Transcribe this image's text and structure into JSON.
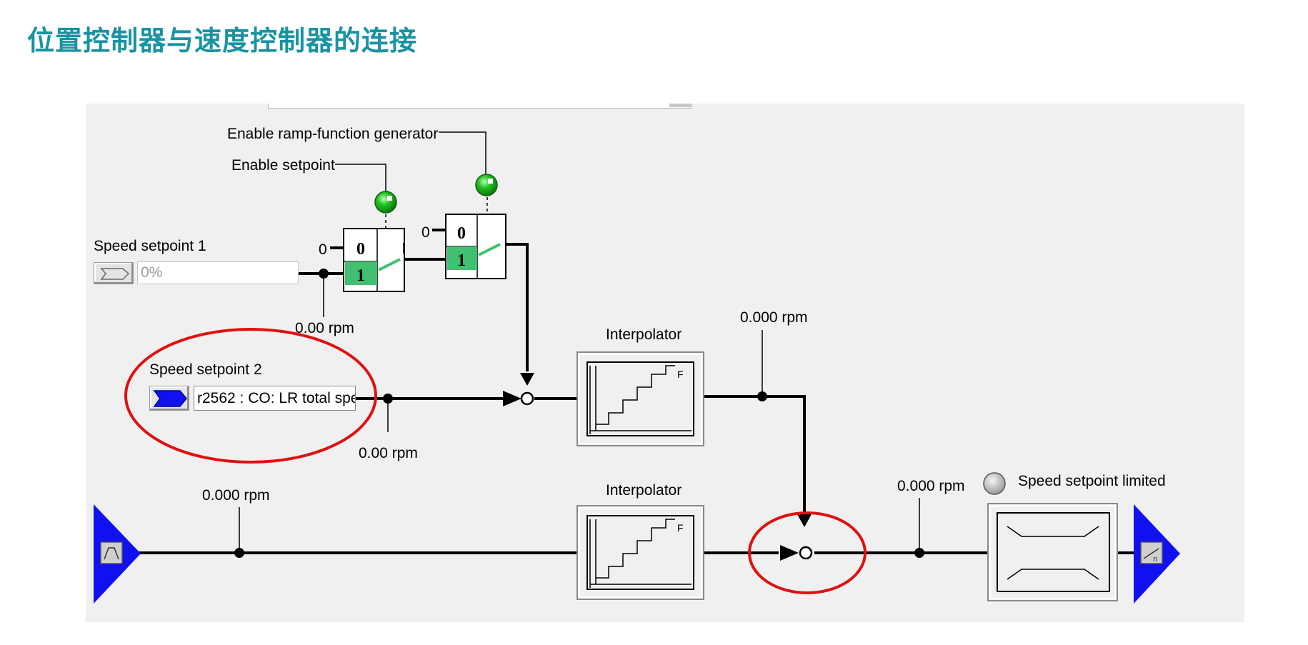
{
  "page_title": "位置控制器与速度控制器的连接",
  "labels": {
    "enable_ramp": "Enable ramp-function generator",
    "enable_setpoint": "Enable setpoint",
    "speed_setpoint_1": "Speed setpoint 1",
    "speed_setpoint_1_value": "0%",
    "speed_setpoint_2": "Speed setpoint 2",
    "speed_setpoint_2_value": "r2562 : CO: LR total spe",
    "interpolator_upper": "Interpolator",
    "interpolator_lower": "Interpolator",
    "speed_setpoint_limited": "Speed setpoint limited"
  },
  "switches": {
    "switch1": {
      "zero_input": "0",
      "state_0": "0",
      "state_1": "1"
    },
    "switch2": {
      "zero_input": "0",
      "state_0": "0",
      "state_1": "1"
    }
  },
  "readouts": {
    "after_setpoint1": "0.00 rpm",
    "after_setpoint2": "0.00 rpm",
    "after_interpolator_upper": "0.000 rpm",
    "lower_input": "0.000 rpm",
    "before_limiter": "0.000 rpm"
  },
  "interpolator_icon_letter": "F",
  "output_icon_letter": "n",
  "colors": {
    "title": "#1993a1",
    "status_on": "#22c022",
    "status_off": "#c0c0c0",
    "switch_active": "#40c070",
    "port_blue": "#1010f0",
    "highlight_red": "#e01010"
  },
  "status": {
    "enable_setpoint": "on",
    "enable_ramp": "on",
    "speed_setpoint_limited": "off"
  }
}
